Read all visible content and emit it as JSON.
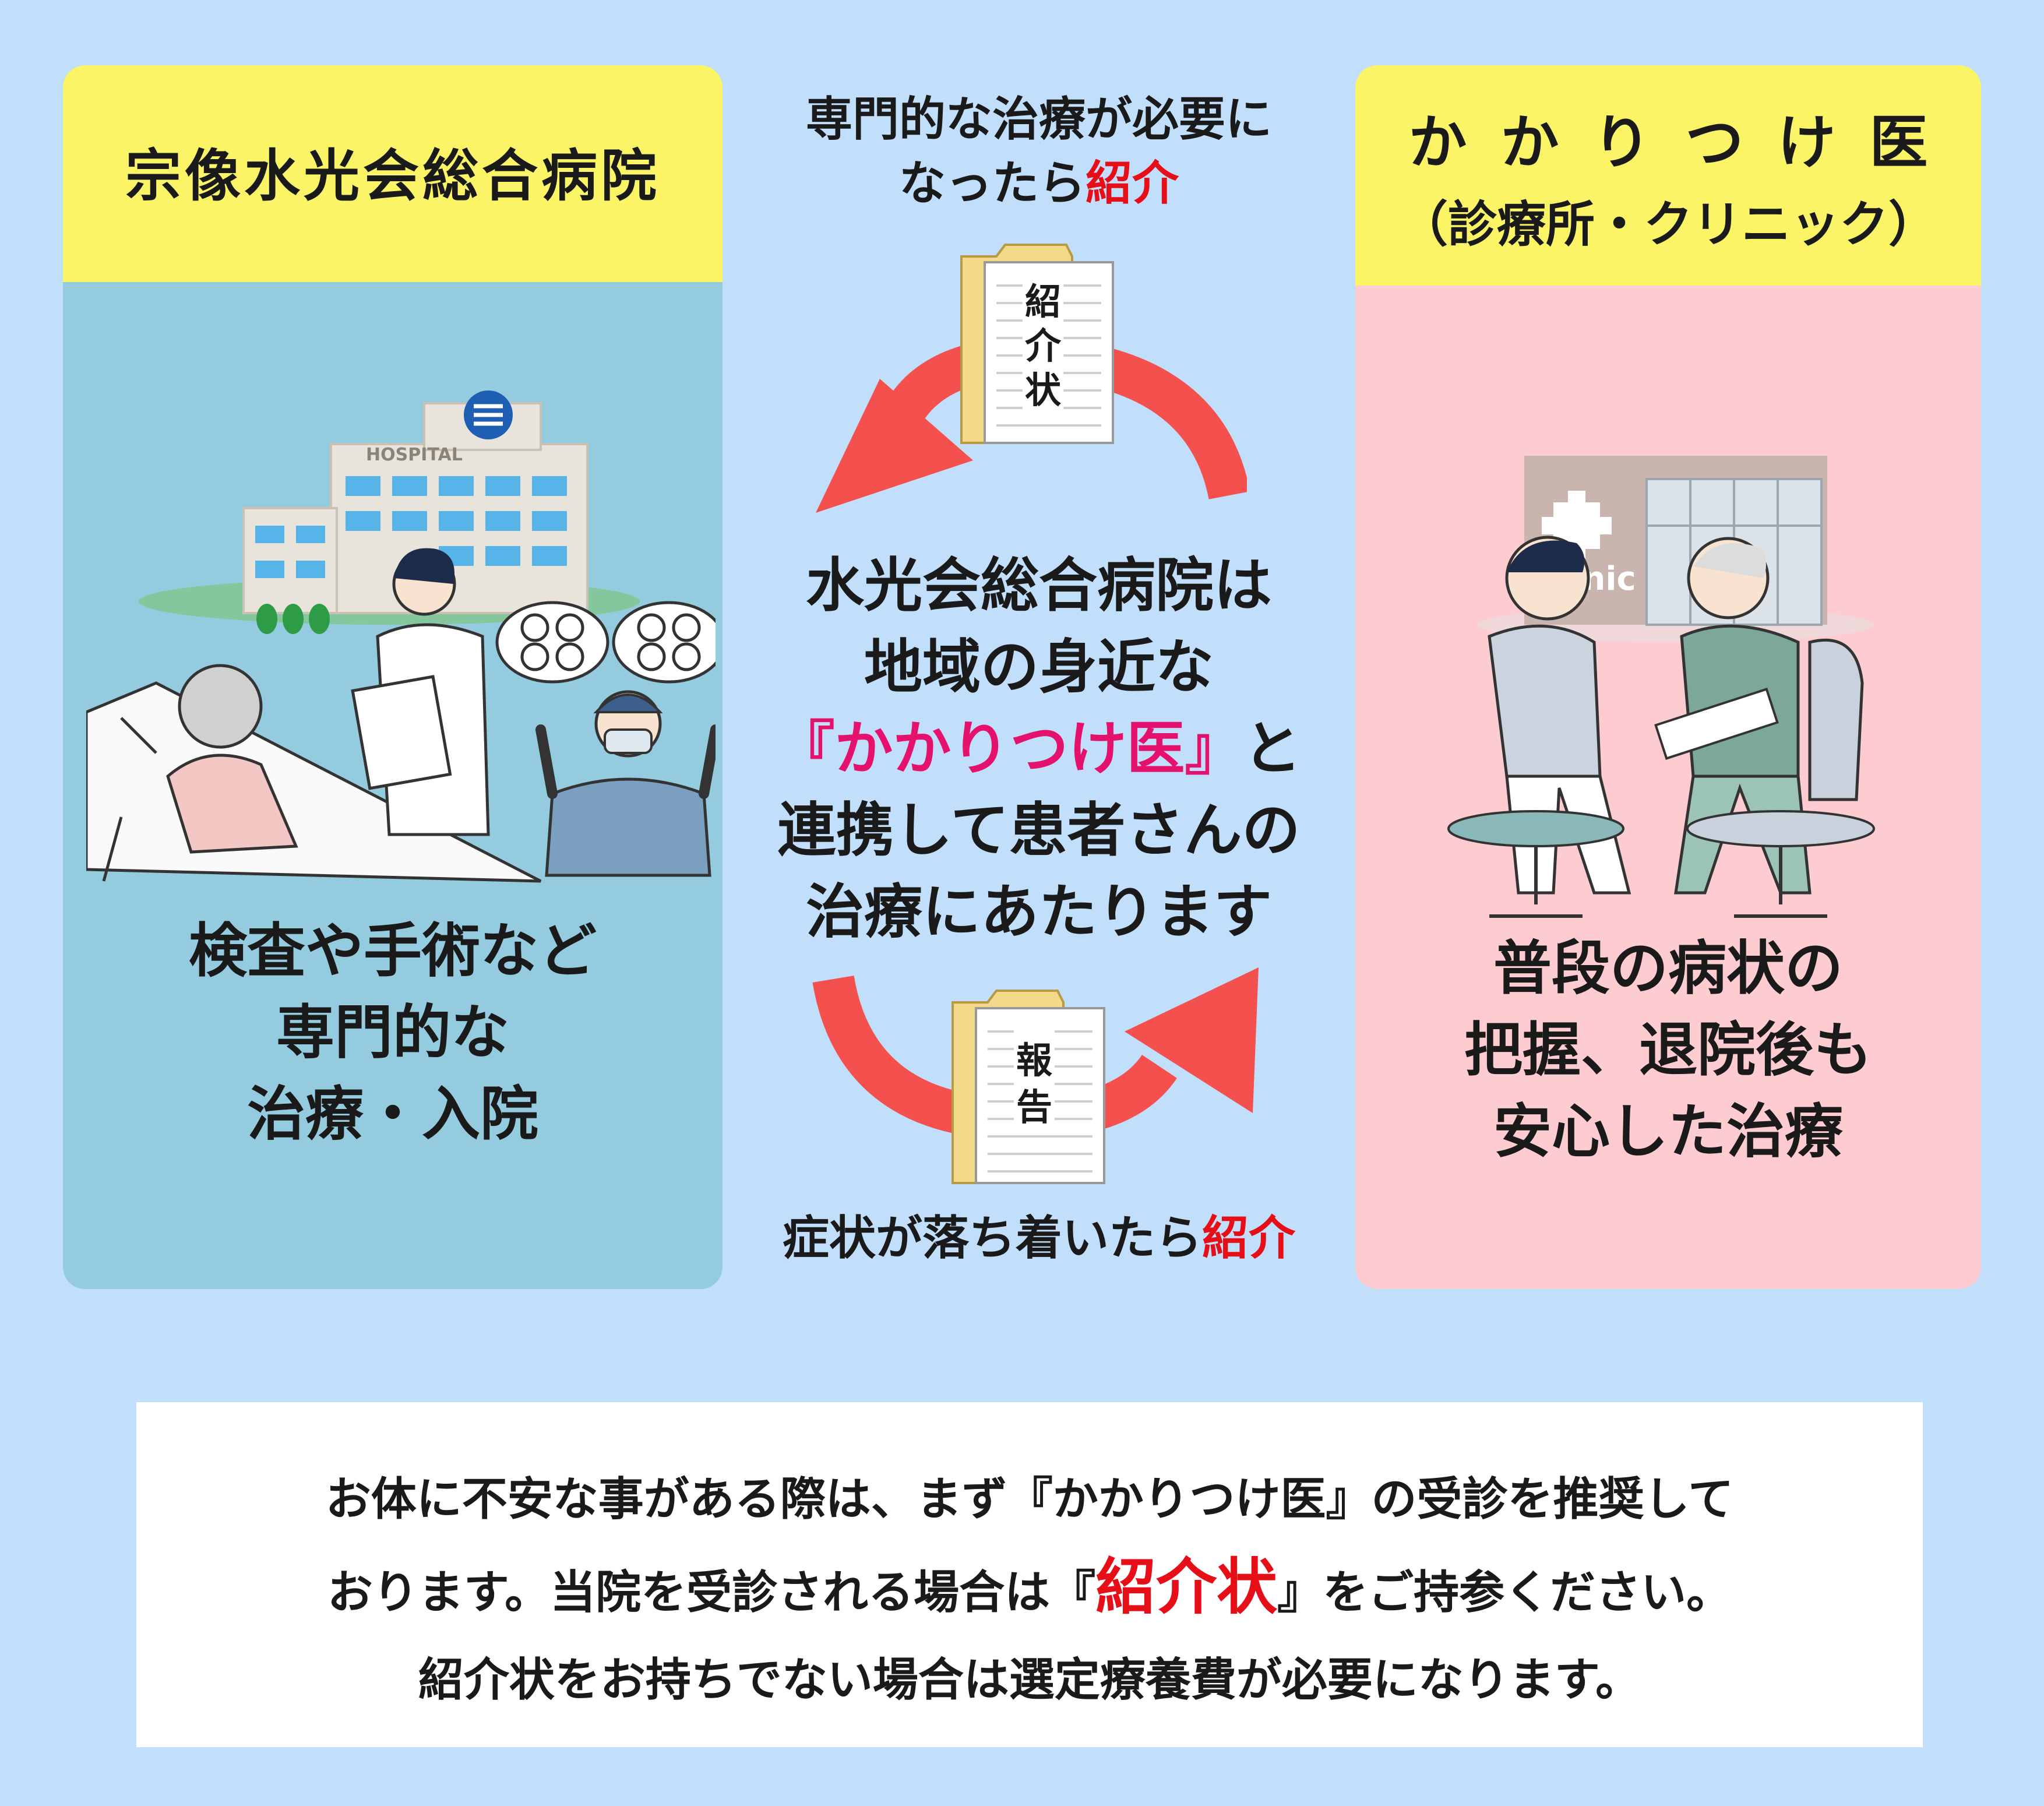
{
  "hospital": {
    "name": "宗像水光会総合病院",
    "building_sign": "HOSPITAL",
    "description": [
      "検査や手術など",
      "専門的な",
      "治療・入院"
    ]
  },
  "clinic": {
    "title": "かかりつけ医",
    "subtitle": "（診療所・クリニック）",
    "building_sign": "Clinic",
    "description": [
      "普段の病状の",
      "把握、退院後も",
      "安心した治療"
    ]
  },
  "center": {
    "top_caption_line1": "専門的な治療が必要に",
    "top_caption_line2_prefix": "なったら",
    "top_caption_line2_highlight": "紹介",
    "letter_top": [
      "紹",
      "介",
      "状"
    ],
    "main_line1": "水光会総合病院は",
    "main_line2": "地域の身近な",
    "main_line3_highlight": "『かかりつけ医』",
    "main_line3_suffix": "と",
    "main_line4": "連携して患者さんの",
    "main_line5": "治療にあたります",
    "letter_bottom": [
      "報",
      "告"
    ],
    "bottom_caption_prefix": "症状が落ち着いたら",
    "bottom_caption_highlight": "紹介"
  },
  "notice": {
    "line1": "お体に不安な事がある際は、まず『かかりつけ医』の受診を推奨して",
    "line2_prefix": "おります。当院を受診される場合は『",
    "line2_highlight": "紹介状",
    "line2_suffix": "』をご持参ください。",
    "line3": "紹介状をお持ちでない場合は選定療養費が必要になります。"
  },
  "colors": {
    "background": "#c1dffb",
    "hospital_panel": "#94cbdf",
    "clinic_panel": "#fdccd0",
    "header_yellow": "#fbf467",
    "arrow_red": "#f4504e",
    "highlight_red": "#e60e17",
    "highlight_pink": "#e5126d"
  }
}
